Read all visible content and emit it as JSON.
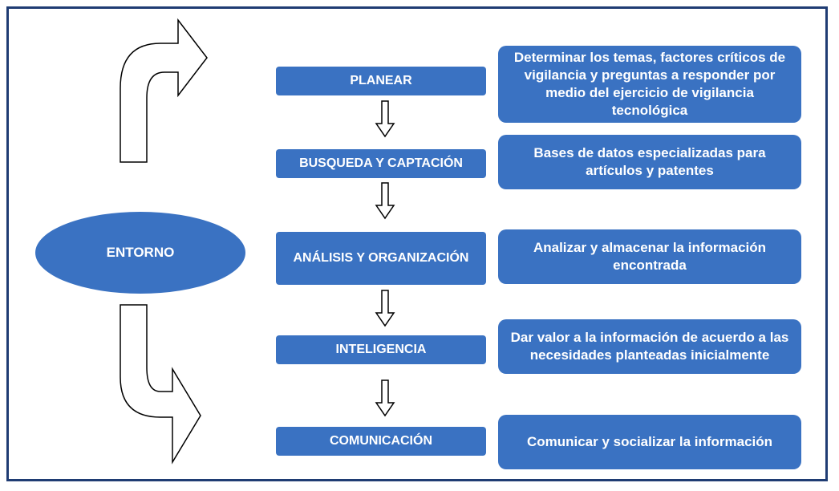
{
  "entorno": {
    "label": "ENTORNO"
  },
  "steps": [
    {
      "label": "PLANEAR",
      "description": "Determinar los temas, factores críticos de vigilancia y preguntas a responder por medio del ejercicio de vigilancia tecnológica"
    },
    {
      "label": "BUSQUEDA Y CAPTACIÓN",
      "description": "Bases de datos especializadas para artículos y patentes"
    },
    {
      "label": "ANÁLISIS Y ORGANIZACIÓN",
      "description": "Analizar y almacenar la información encontrada"
    },
    {
      "label": "INTELIGENCIA",
      "description": "Dar valor a la información de acuerdo a las necesidades planteadas inicialmente"
    },
    {
      "label": "COMUNICACIÓN",
      "description": "Comunicar y socializar la información"
    }
  ],
  "colors": {
    "box_fill": "#3a72c2",
    "frame": "#1f3c73",
    "text": "#ffffff",
    "arrow_stroke": "#000000"
  }
}
